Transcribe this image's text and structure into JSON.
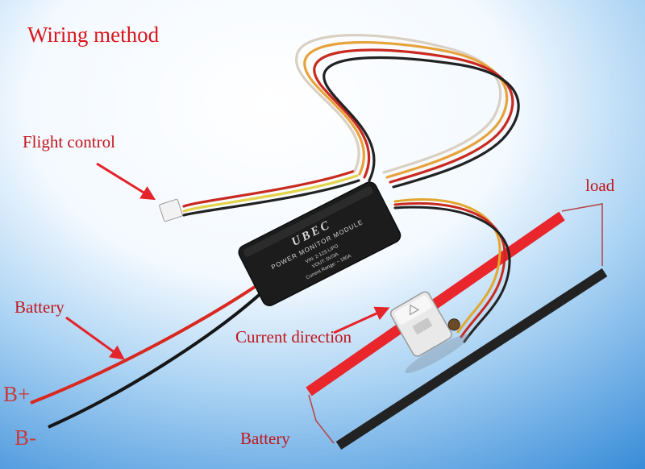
{
  "title": "Wiring method",
  "labels": {
    "flight_control": "Flight control",
    "load": "load",
    "battery_input": "Battery",
    "current_direction": "Current direction",
    "b_plus": "B+",
    "b_minus": "B-",
    "battery_bus": "Battery"
  },
  "module": {
    "brand": "UBEC",
    "name": "POWER MONITOR MODULE",
    "spec1": "VIN: 2-12S LIPO",
    "spec2": "VOUT: 5V/3A",
    "spec3": "Current Range: ~ 180A"
  },
  "colors": {
    "label_text": "#c0151a",
    "positive_bus": "#e8262c",
    "negative_bus": "#222222",
    "module_body": "#1c1c1c",
    "background_light": "#ffffff",
    "background_blue": "#2f86d6"
  }
}
